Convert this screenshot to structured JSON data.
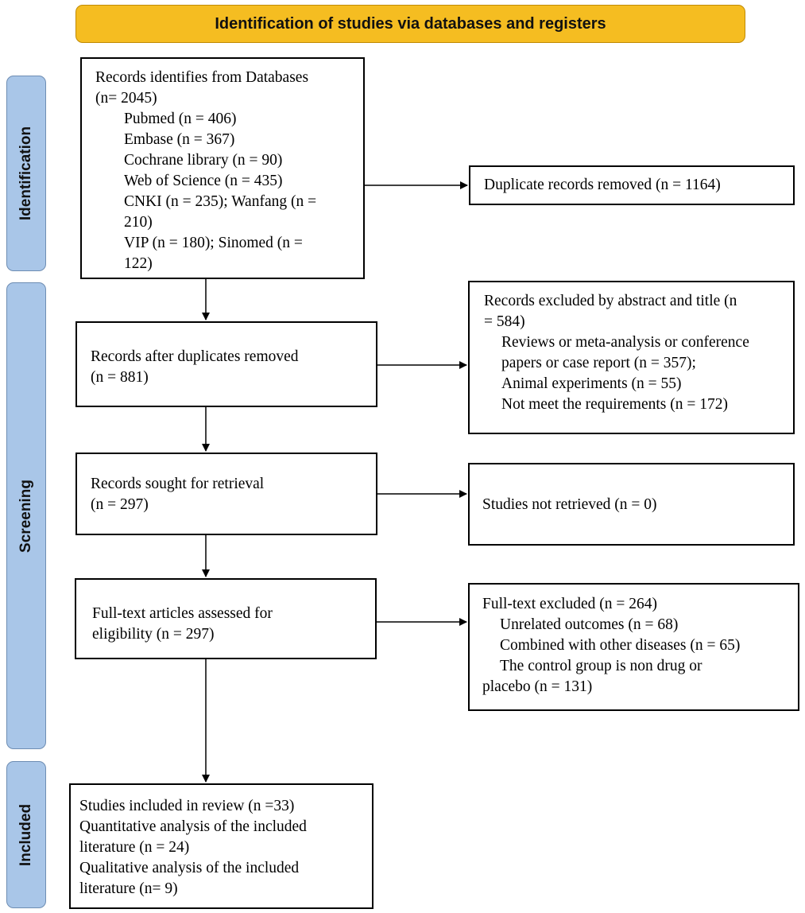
{
  "banner": "Identification of studies via databases and registers",
  "phases": {
    "identification": "Identification",
    "screening": "Screening",
    "included": "Included"
  },
  "records_db": {
    "line1": "Records identifies from Databases",
    "line2": "(n= 2045)",
    "items": [
      "Pubmed (n = 406)",
      "Embase (n = 367)",
      "Cochrane library (n = 90)",
      "Web of Science (n = 435)",
      "CNKI (n = 235); Wanfang (n =",
      "210)",
      "VIP (n = 180);  Sinomed (n =",
      "122)"
    ]
  },
  "duplicates_removed": "Duplicate records removed  (n = 1164)",
  "after_duplicates": {
    "line1": "Records after duplicates removed",
    "line2": "(n = 881)"
  },
  "excluded_abstract": {
    "line1": "Records excluded  by abstract and title  (n",
    "line2": "= 584)",
    "items": [
      "Reviews or meta-analysis or conference",
      "papers or case report (n = 357);",
      "Animal experiments (n = 55)",
      "Not meet the requirements (n = 172)"
    ]
  },
  "sought": {
    "line1": "Records sought for retrieval",
    "line2": "(n = 297)"
  },
  "not_retrieved": "Studies not retrieved (n = 0)",
  "fulltext": {
    "line1": "Full-text articles assessed for",
    "line2": "eligibility (n = 297)"
  },
  "fulltext_excluded": {
    "line1": "Full-text excluded (n = 264)",
    "items": [
      "Unrelated outcomes (n =  68)",
      "Combined with other diseases (n = 65)",
      "The control group is non drug or"
    ],
    "line_last": "placebo (n = 131)"
  },
  "included_box": {
    "lines": [
      "Studies included in review (n =33)",
      "Quantitative analysis of the included",
      "literature (n = 24)",
      "Qualitative analysis of the included",
      "literature (n= 9)"
    ]
  }
}
